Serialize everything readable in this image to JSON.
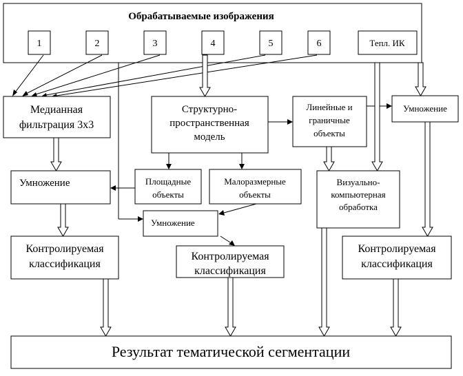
{
  "title": "Обрабатываемые изображения",
  "inputs": [
    "1",
    "2",
    "3",
    "4",
    "5",
    "6",
    "Тепл. ИК"
  ],
  "blocks": {
    "median": [
      "Медианная",
      "фильтрация 3х3"
    ],
    "structural": [
      "Структурно-",
      "пространственная",
      "модель"
    ],
    "linear": [
      "Линейные и",
      "граничные",
      "объекты"
    ],
    "mult_right": [
      "Умножение"
    ],
    "mult_left": [
      "Умножение"
    ],
    "area": [
      "Площадные",
      "объекты"
    ],
    "small": [
      "Малоразмерные",
      "объекты"
    ],
    "visual": [
      "Визуально-",
      "компьютерная",
      "обработка"
    ],
    "mult_center": [
      "Умножение"
    ],
    "class_left": [
      "Контролируемая",
      "классификация"
    ],
    "class_center": [
      "Контролируемая",
      "классификация"
    ],
    "class_right": [
      "Контролируемая",
      "классификация"
    ]
  },
  "result": "Результат тематической сегментации"
}
